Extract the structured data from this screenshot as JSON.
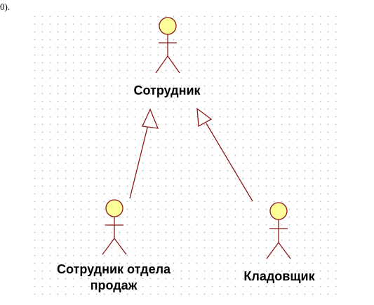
{
  "corner_text": "0).",
  "actors": {
    "employee": {
      "label": "Сотрудник"
    },
    "sales_employee": {
      "label_line1": "Сотрудник отдела",
      "label_line2": "продаж"
    },
    "storekeeper": {
      "label": "Кладовщик"
    }
  },
  "colors": {
    "actor_fill": "#ffff99",
    "actor_stroke": "#8b1a1a",
    "relation_stroke": "#8b1a1a",
    "grid_dot": "#c8c8c8"
  },
  "relations": [
    {
      "type": "generalization",
      "from": "sales_employee",
      "to": "employee"
    },
    {
      "type": "generalization",
      "from": "storekeeper",
      "to": "employee"
    }
  ]
}
